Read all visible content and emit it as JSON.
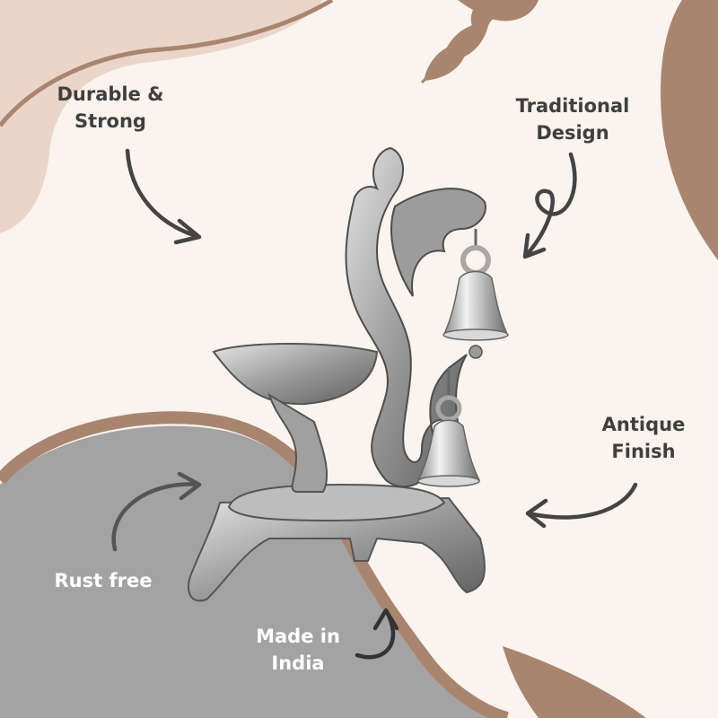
{
  "features": {
    "durable": "Durable &\nStrong",
    "traditional": "Traditional\nDesign",
    "antique": "Antique\nFinish",
    "rust_free": "Rust free",
    "made_in": "Made in\nIndia"
  },
  "colors": {
    "background": "#faf3ee",
    "blush": "#ebd5c9",
    "bronze": "#a98570",
    "gray": "#a3a3a3",
    "text": "#3f3f3f",
    "silver": "#c9c9c9"
  }
}
